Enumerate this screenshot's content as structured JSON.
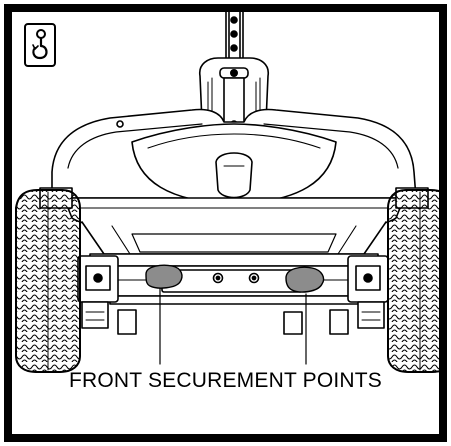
{
  "diagram": {
    "caption": "FRONT SECUREMENT POINTS",
    "icon": "tie-down-hook-icon",
    "callout_targets": [
      "left-securement-point",
      "right-securement-point"
    ],
    "colors": {
      "line": "#000000",
      "background": "#ffffff",
      "securement_highlight": "#8c8c8c"
    }
  }
}
